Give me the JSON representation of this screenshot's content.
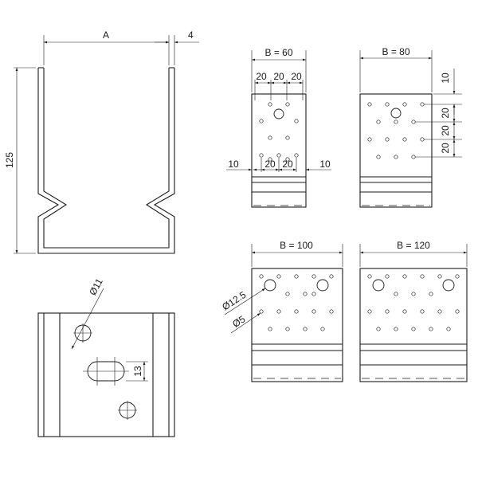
{
  "side_view": {
    "width_label": "A",
    "thickness_label": "4",
    "height_label": "125"
  },
  "plan_view": {
    "hole_label": "Ø11",
    "slot_label": "13"
  },
  "plate_b60": {
    "title": "B = 60",
    "top_spacing": [
      "20",
      "20",
      "20"
    ],
    "bottom_spacing": [
      "20",
      "20"
    ],
    "edge_left": "10",
    "edge_right": "10"
  },
  "plate_b80": {
    "title": "B = 80",
    "top_offset": "10",
    "vertical_spacing": [
      "20",
      "20",
      "20"
    ]
  },
  "plate_b100": {
    "title": "B = 100",
    "large_hole_label": "Ø12.5",
    "small_hole_label": "Ø5"
  },
  "plate_b120": {
    "title": "B = 120"
  }
}
